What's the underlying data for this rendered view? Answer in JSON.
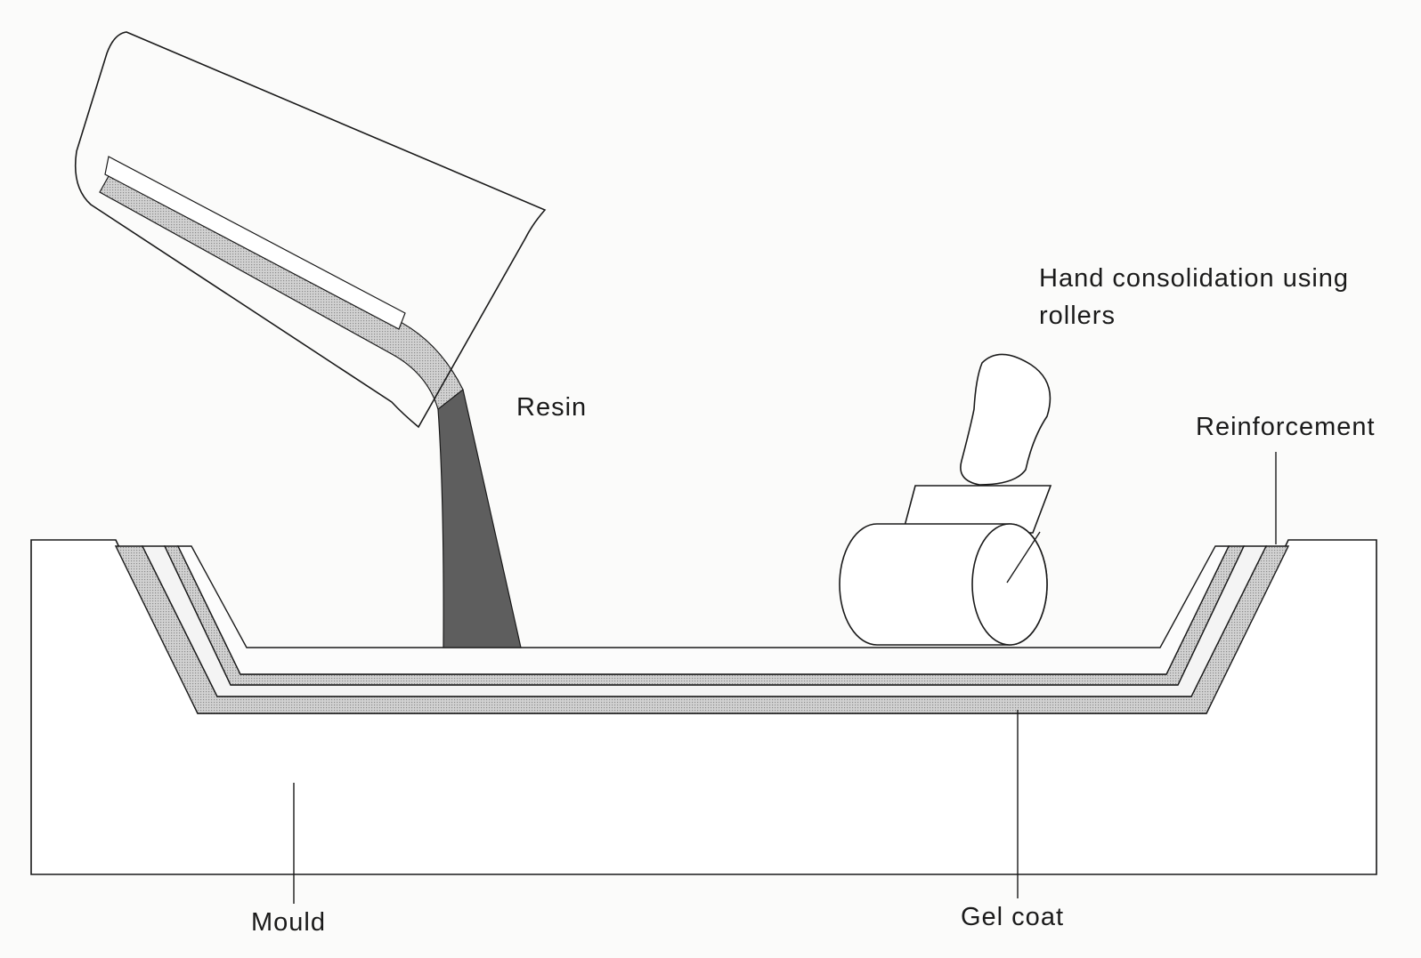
{
  "labels": {
    "resin": "Resin",
    "hand_line1": "Hand consolidation using",
    "hand_line2": "rollers",
    "reinforcement": "Reinforcement",
    "mould": "Mould",
    "gel_coat": "Gel coat"
  },
  "colors": {
    "background": "#fbfbfa",
    "stroke": "#1a1a1a",
    "reinforcement_fill": "#bdbdbd",
    "gel_coat_fill": "#c9c9c9",
    "resin_stream_fill": "#5f5f5f",
    "resin_pour_fill": "#a9a9a9",
    "layer_fill": "#f5f5f5"
  }
}
